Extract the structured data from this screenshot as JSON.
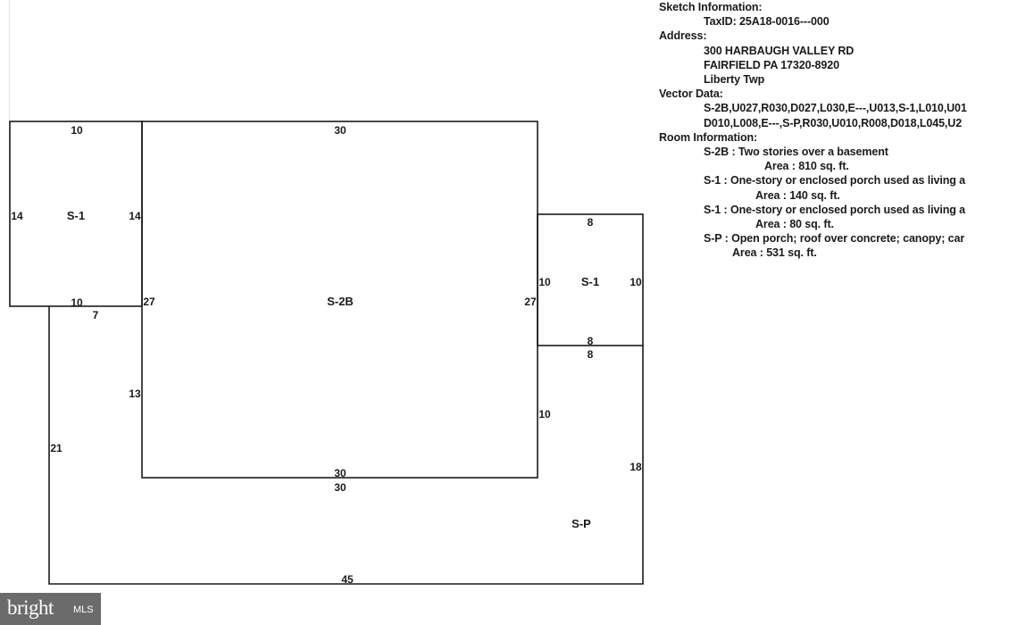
{
  "sketch_info": {
    "heading": "Sketch Information:",
    "taxid": "TaxID: 25A18-0016---000",
    "address_heading": "Address:",
    "address_line1": "300  HARBAUGH VALLEY RD",
    "address_line2": "FAIRFIELD PA 17320-8920",
    "address_line3": "Liberty Twp",
    "vector_heading": "Vector Data:",
    "vector_line1": "S-2B,U027,R030,D027,L030,E---,U013,S-1,L010,U01",
    "vector_line2": "D010,L008,E---,S-P,R030,U010,R008,D018,L045,U2",
    "room_heading": "Room Information:",
    "rooms": [
      {
        "desc": "S-2B : Two stories over a basement",
        "area": "Area : 810 sq. ft."
      },
      {
        "desc": "S-1 : One-story or enclosed porch used as living a",
        "area": "Area : 140 sq. ft."
      },
      {
        "desc": "S-1 : One-story or enclosed porch used as living a",
        "area": "Area : 80 sq. ft."
      },
      {
        "desc": "S-P : Open porch; roof over concrete; canopy; car",
        "area": "Area : 531 sq. ft."
      }
    ]
  },
  "sketch": {
    "area_labels": {
      "main": "S-2B",
      "left_room": "S-1",
      "right_room": "S-1",
      "porch": "S-P"
    },
    "dimensions": {
      "left_top": "10",
      "left_left": "14",
      "left_right": "14",
      "left_bottom": "10",
      "porch_step": "7",
      "main_top": "30",
      "main_left": "27",
      "main_right": "27",
      "main_bottom": "30",
      "right_top": "8",
      "right_left": "10",
      "right_right": "10",
      "right_bottom": "8",
      "porch_top": "8",
      "porch_upper_left": "13",
      "porch_left": "21",
      "porch_inner_right": "10",
      "porch_right": "18",
      "porch_inner_bottom": "30",
      "porch_bottom": "45"
    }
  },
  "logo": {
    "word": "bright",
    "suffix": "MLS"
  }
}
